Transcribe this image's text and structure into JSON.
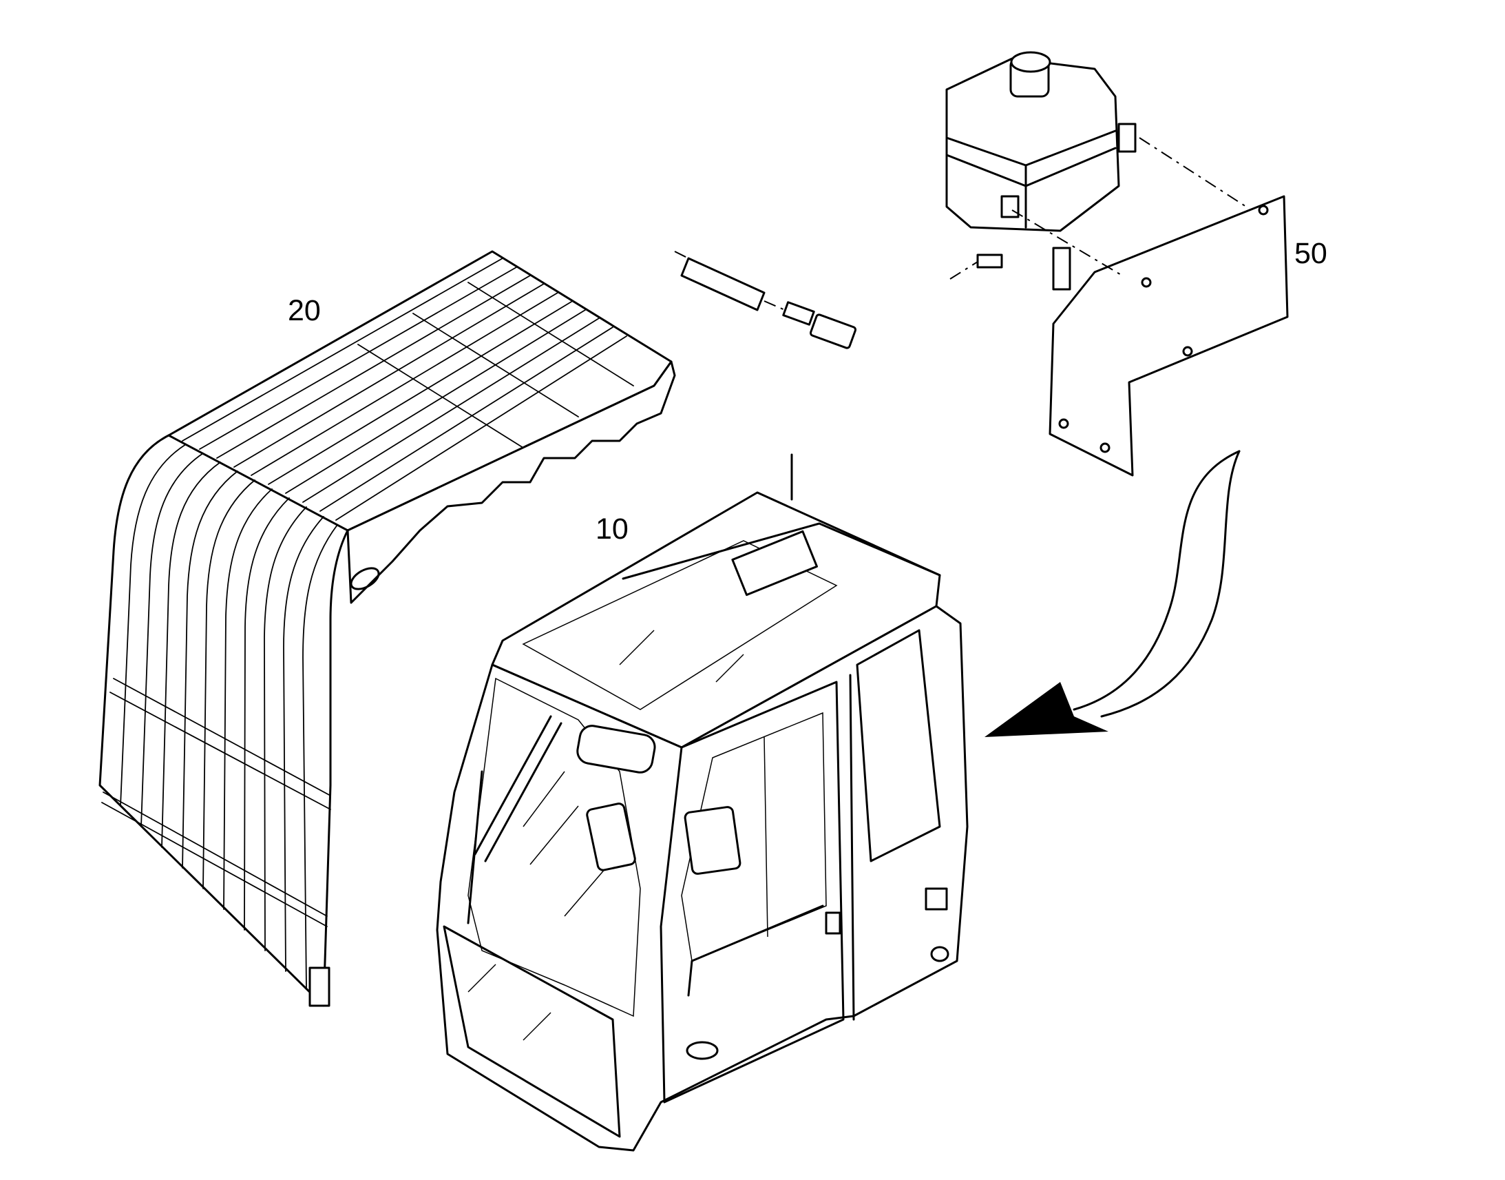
{
  "callouts": {
    "cab": "10",
    "guard": "20",
    "tank": "50"
  },
  "colors": {
    "line": "#000000",
    "background": "#ffffff"
  }
}
